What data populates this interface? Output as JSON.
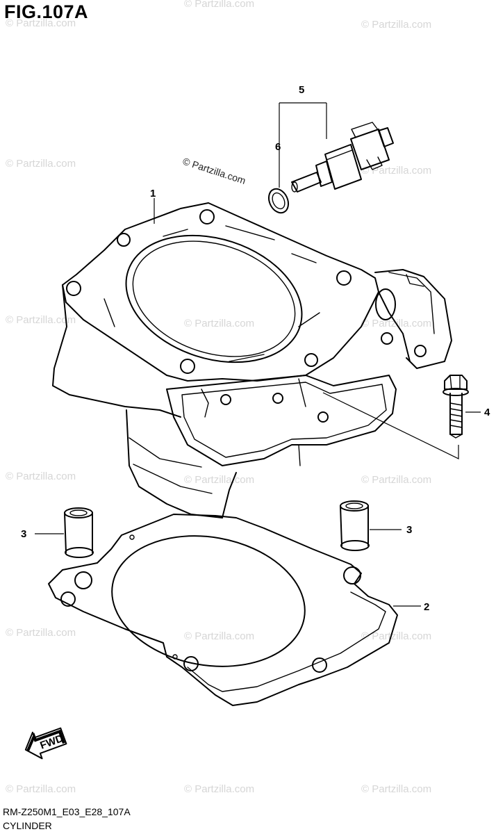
{
  "figure": {
    "title": "FIG.107A",
    "model_code": "RM-Z250M1_E03_E28_107A",
    "section_name": "CYLINDER",
    "watermark_text": "© Partzilla.com",
    "fwd_label": "FWD"
  },
  "callouts": [
    {
      "number": "1"
    },
    {
      "number": "2"
    },
    {
      "number": "3"
    },
    {
      "number": "3"
    },
    {
      "number": "4"
    },
    {
      "number": "5"
    },
    {
      "number": "6"
    }
  ],
  "colors": {
    "line": "#000000",
    "watermark": "#d6d6d6",
    "background": "#ffffff"
  }
}
